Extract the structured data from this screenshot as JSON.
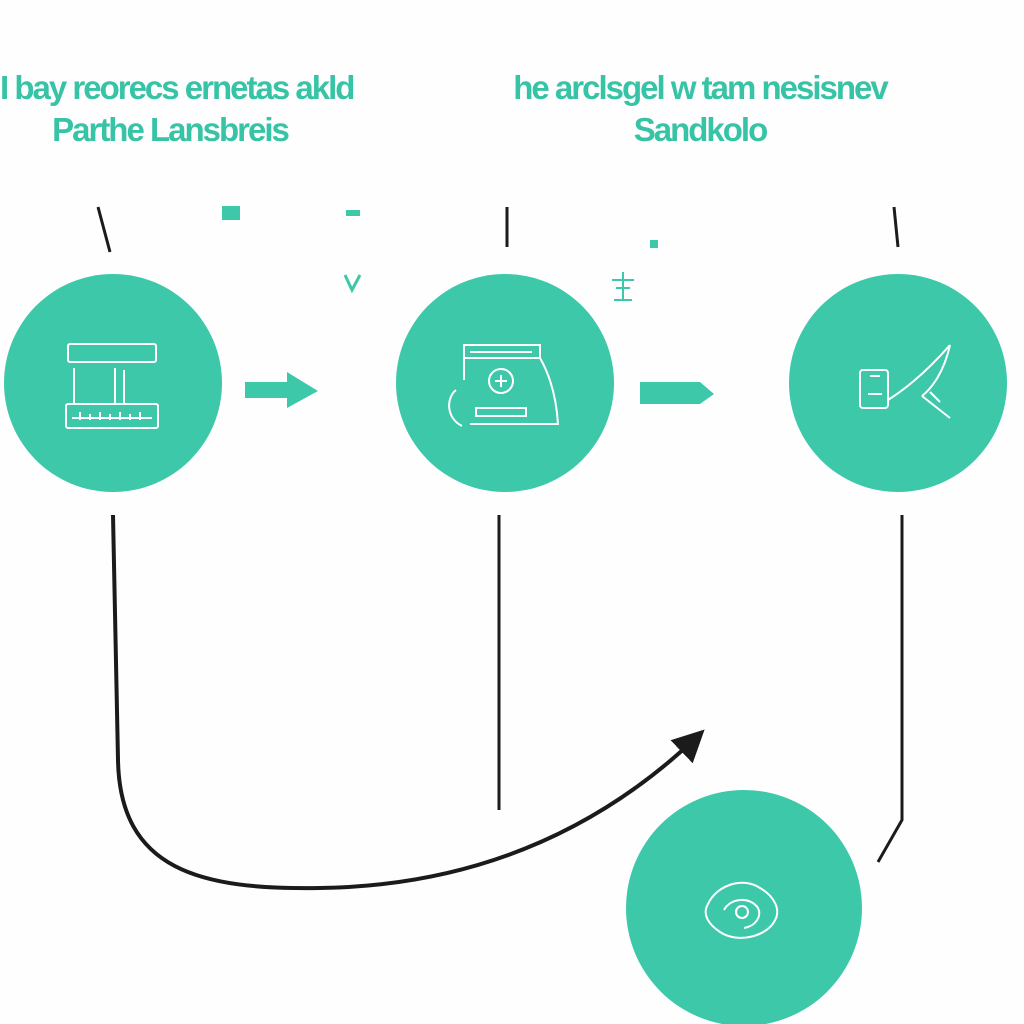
{
  "captions": {
    "left": {
      "line1": "I bay reorecs ernetas akld",
      "line2": "Parthe Lansbreis"
    },
    "right": {
      "line1": "he arclsgel w tam nesisnev",
      "line2": "Sandkolo"
    }
  },
  "nodes": [
    {
      "id": "node-1",
      "icon": "ruler-tools-icon"
    },
    {
      "id": "node-2",
      "icon": "printer-machine-icon"
    },
    {
      "id": "node-3",
      "icon": "pen-drawing-icon"
    },
    {
      "id": "node-4",
      "icon": "eye-shield-icon"
    }
  ],
  "colors": {
    "accent": "#3ec8aa",
    "text_accent": "#37c3a6",
    "line": "#1b1b1b",
    "icon_stroke": "#ffffff",
    "background": "#fefefe"
  }
}
